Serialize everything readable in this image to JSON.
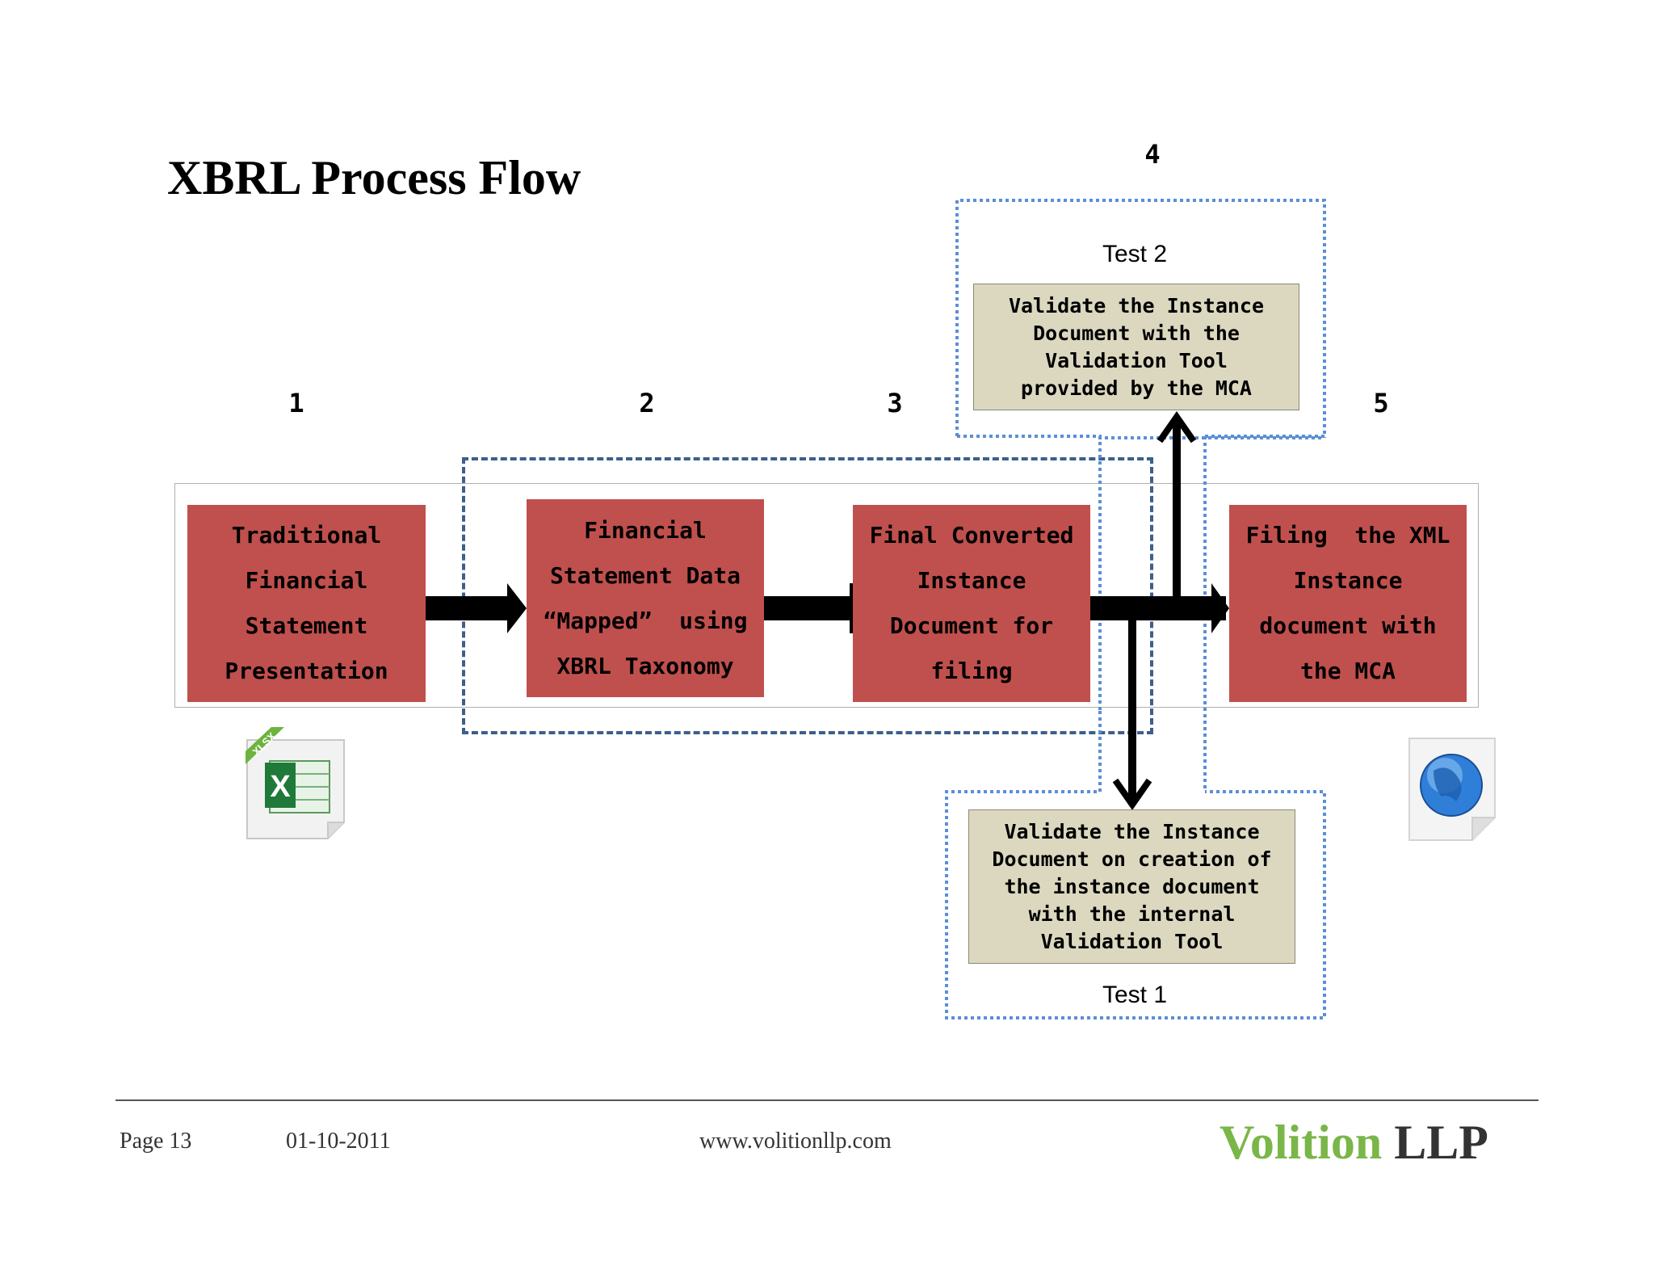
{
  "slide": {
    "title": "XBRL Process Flow"
  },
  "steps": [
    {
      "number": "1",
      "lines": [
        "Traditional",
        "Financial",
        "Statement",
        "Presentation"
      ]
    },
    {
      "number": "2",
      "lines": [
        "Financial",
        "Statement Data",
        "“Mapped”  using",
        "XBRL Taxonomy"
      ]
    },
    {
      "number": "3",
      "lines": [
        "Final Converted",
        "Instance",
        "Document for",
        "filing"
      ]
    },
    {
      "number": "5",
      "lines": [
        "Filing  the XML",
        "Instance",
        "document with",
        "the MCA"
      ]
    }
  ],
  "test2": {
    "number": "4",
    "label": "Test 2",
    "lines": [
      "Validate the Instance",
      "Document with the",
      "Validation Tool",
      "provided by the MCA"
    ]
  },
  "test1": {
    "label": "Test 1",
    "lines": [
      "Validate the Instance",
      "Document on creation of",
      "the instance document",
      "with the internal",
      "Validation Tool"
    ]
  },
  "icons": {
    "left": "excel-xlsx-file-icon",
    "right": "web-globe-file-icon",
    "xlsx_tag": "XLSX"
  },
  "footer": {
    "page": "Page 13",
    "date": "01-10-2011",
    "website": "www.volitionllp.com",
    "brand_part1": "Volition",
    "brand_part2": "LLP"
  },
  "colors": {
    "step_box": "#c0504d",
    "test_box": "#dcd8c0",
    "group_dash": "#3d5f8a",
    "test_dots": "#5b8fd6",
    "brand_green": "#7ab648",
    "brand_dark": "#333333"
  }
}
